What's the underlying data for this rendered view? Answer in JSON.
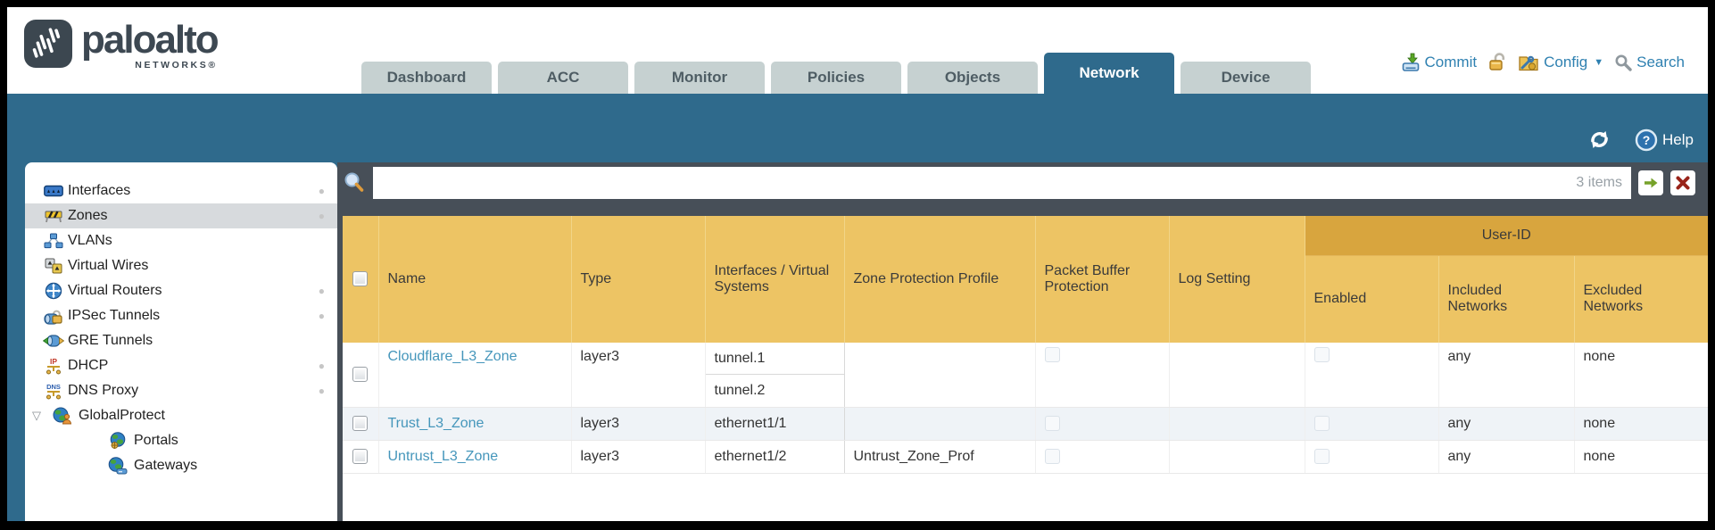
{
  "colors": {
    "teal_band": "#2f6a8c",
    "slate_bg": "#474f58",
    "header_amber": "#edc464",
    "user_id_band": "#d8a53e",
    "tab_inactive": "#c6d1d1",
    "link_blue": "#4596bb",
    "utility_blue": "#2f81b1",
    "apply_green": "#76a22a",
    "clear_red": "#99241a"
  },
  "icons": {
    "logo_mark": "pulse-bars-rounded-square",
    "commit": "tray-with-green-down-arrow",
    "lock": "open-gold-padlock",
    "config": "folder-with-wrench",
    "search": "gray-magnifier",
    "refresh": "circular-arrows",
    "help": "blue-circle-question-mark",
    "filter": "blue-magnifier-orange-handle",
    "apply_filter": "green-right-arrow",
    "clear_filter": "dark-red-x"
  },
  "header": {
    "logo": {
      "brand": "paloalto",
      "sub": "NETWORKS®"
    },
    "tabs": [
      {
        "label": "Dashboard",
        "active": false
      },
      {
        "label": "ACC",
        "active": false
      },
      {
        "label": "Monitor",
        "active": false
      },
      {
        "label": "Policies",
        "active": false
      },
      {
        "label": "Objects",
        "active": false
      },
      {
        "label": "Network",
        "active": true
      },
      {
        "label": "Device",
        "active": false
      }
    ],
    "utilities": {
      "commit": "Commit",
      "config": "Config",
      "search": "Search"
    }
  },
  "band": {
    "help": "Help"
  },
  "sidebar": {
    "items": [
      {
        "label": "Interfaces",
        "icon": "interfaces-icon",
        "dot": true,
        "selected": false
      },
      {
        "label": "Zones",
        "icon": "zones-icon",
        "dot": true,
        "selected": true
      },
      {
        "label": "VLANs",
        "icon": "vlans-icon",
        "dot": false,
        "selected": false
      },
      {
        "label": "Virtual Wires",
        "icon": "virtual-wires-icon",
        "dot": false,
        "selected": false
      },
      {
        "label": "Virtual Routers",
        "icon": "virtual-routers-icon",
        "dot": true,
        "selected": false
      },
      {
        "label": "IPSec Tunnels",
        "icon": "ipsec-tunnels-icon",
        "dot": true,
        "selected": false
      },
      {
        "label": "GRE Tunnels",
        "icon": "gre-tunnels-icon",
        "dot": false,
        "selected": false
      },
      {
        "label": "DHCP",
        "icon": "dhcp-icon",
        "dot": true,
        "selected": false
      },
      {
        "label": "DNS Proxy",
        "icon": "dns-proxy-icon",
        "dot": true,
        "selected": false
      },
      {
        "label": "GlobalProtect",
        "icon": "globalprotect-icon",
        "dot": false,
        "selected": false,
        "expanded": true
      },
      {
        "label": "Portals",
        "icon": "portals-icon",
        "dot": false,
        "selected": false,
        "child": true
      },
      {
        "label": "Gateways",
        "icon": "gateways-icon",
        "dot": false,
        "selected": false,
        "child": true
      }
    ]
  },
  "content": {
    "search": {
      "value": "",
      "count_label": "3 items"
    },
    "table": {
      "group_header": "User-ID",
      "columns": [
        "Name",
        "Type",
        "Interfaces / Virtual Systems",
        "Zone Protection Profile",
        "Packet Buffer Protection",
        "Log Setting",
        "Enabled",
        "Included Networks",
        "Excluded Networks"
      ],
      "rows": [
        {
          "name": "Cloudflare_L3_Zone",
          "type": "layer3",
          "interfaces": [
            "tunnel.1",
            "tunnel.2"
          ],
          "zone_protection_profile": "",
          "log_setting": "",
          "included_networks": "any",
          "excluded_networks": "none"
        },
        {
          "name": "Trust_L3_Zone",
          "type": "layer3",
          "interfaces": [
            "ethernet1/1"
          ],
          "zone_protection_profile": "",
          "log_setting": "",
          "included_networks": "any",
          "excluded_networks": "none"
        },
        {
          "name": "Untrust_L3_Zone",
          "type": "layer3",
          "interfaces": [
            "ethernet1/2"
          ],
          "zone_protection_profile": "Untrust_Zone_Prof",
          "log_setting": "",
          "included_networks": "any",
          "excluded_networks": "none"
        }
      ]
    }
  }
}
